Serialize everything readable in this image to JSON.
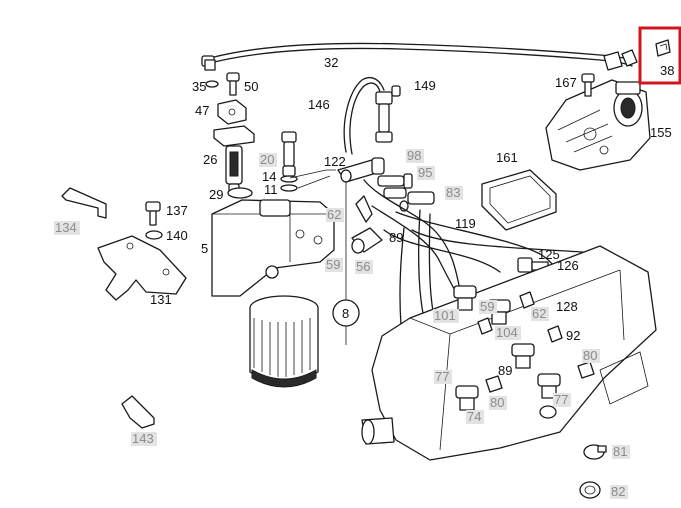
{
  "colors": {
    "highlight": "#d1141d",
    "line": "#1a1a1a",
    "label_black": "#111111",
    "label_gray": "#8c8c8c",
    "label_gray_background": "#e3e3e3"
  },
  "highlighted_part": "38",
  "callouts": [
    {
      "id": "c32",
      "text": "32",
      "style": "black"
    },
    {
      "id": "c35",
      "text": "35",
      "style": "black"
    },
    {
      "id": "c50",
      "text": "50",
      "style": "black"
    },
    {
      "id": "c149",
      "text": "149",
      "style": "black"
    },
    {
      "id": "c167",
      "text": "167",
      "style": "black"
    },
    {
      "id": "c38",
      "text": "38",
      "style": "black"
    },
    {
      "id": "c47",
      "text": "47",
      "style": "black"
    },
    {
      "id": "c146",
      "text": "146",
      "style": "black"
    },
    {
      "id": "c155",
      "text": "155",
      "style": "black"
    },
    {
      "id": "c26",
      "text": "26",
      "style": "black"
    },
    {
      "id": "c20",
      "text": "20",
      "style": "gray"
    },
    {
      "id": "c122",
      "text": "122",
      "style": "black"
    },
    {
      "id": "c98",
      "text": "98",
      "style": "gray"
    },
    {
      "id": "c161",
      "text": "161",
      "style": "black"
    },
    {
      "id": "c14",
      "text": "14",
      "style": "black"
    },
    {
      "id": "c95",
      "text": "95",
      "style": "gray"
    },
    {
      "id": "c11",
      "text": "11",
      "style": "black"
    },
    {
      "id": "c83",
      "text": "83",
      "style": "gray"
    },
    {
      "id": "c29",
      "text": "29",
      "style": "black"
    },
    {
      "id": "c137",
      "text": "137",
      "style": "black"
    },
    {
      "id": "c134",
      "text": "134",
      "style": "gray"
    },
    {
      "id": "c62a",
      "text": "62",
      "style": "gray"
    },
    {
      "id": "c119",
      "text": "119",
      "style": "black"
    },
    {
      "id": "c140",
      "text": "140",
      "style": "black"
    },
    {
      "id": "c89a",
      "text": "89",
      "style": "black"
    },
    {
      "id": "c5",
      "text": "5",
      "style": "black"
    },
    {
      "id": "c125",
      "text": "125",
      "style": "black"
    },
    {
      "id": "c59a",
      "text": "59",
      "style": "gray"
    },
    {
      "id": "c56",
      "text": "56",
      "style": "gray"
    },
    {
      "id": "c126",
      "text": "126",
      "style": "black"
    },
    {
      "id": "c131",
      "text": "131",
      "style": "black"
    },
    {
      "id": "c128",
      "text": "128",
      "style": "black"
    },
    {
      "id": "c59b",
      "text": "59",
      "style": "gray"
    },
    {
      "id": "c8",
      "text": "8",
      "style": "black"
    },
    {
      "id": "c101",
      "text": "101",
      "style": "gray"
    },
    {
      "id": "c62b",
      "text": "62",
      "style": "gray"
    },
    {
      "id": "c104",
      "text": "104",
      "style": "gray"
    },
    {
      "id": "c92",
      "text": "92",
      "style": "black"
    },
    {
      "id": "c80a",
      "text": "80",
      "style": "gray"
    },
    {
      "id": "c77a",
      "text": "77",
      "style": "gray"
    },
    {
      "id": "c89b",
      "text": "89",
      "style": "black"
    },
    {
      "id": "c80b",
      "text": "80",
      "style": "gray"
    },
    {
      "id": "c77b",
      "text": "77",
      "style": "gray"
    },
    {
      "id": "c74",
      "text": "74",
      "style": "gray"
    },
    {
      "id": "c143",
      "text": "143",
      "style": "gray"
    },
    {
      "id": "c81",
      "text": "81",
      "style": "gray"
    },
    {
      "id": "c82",
      "text": "82",
      "style": "gray"
    }
  ]
}
